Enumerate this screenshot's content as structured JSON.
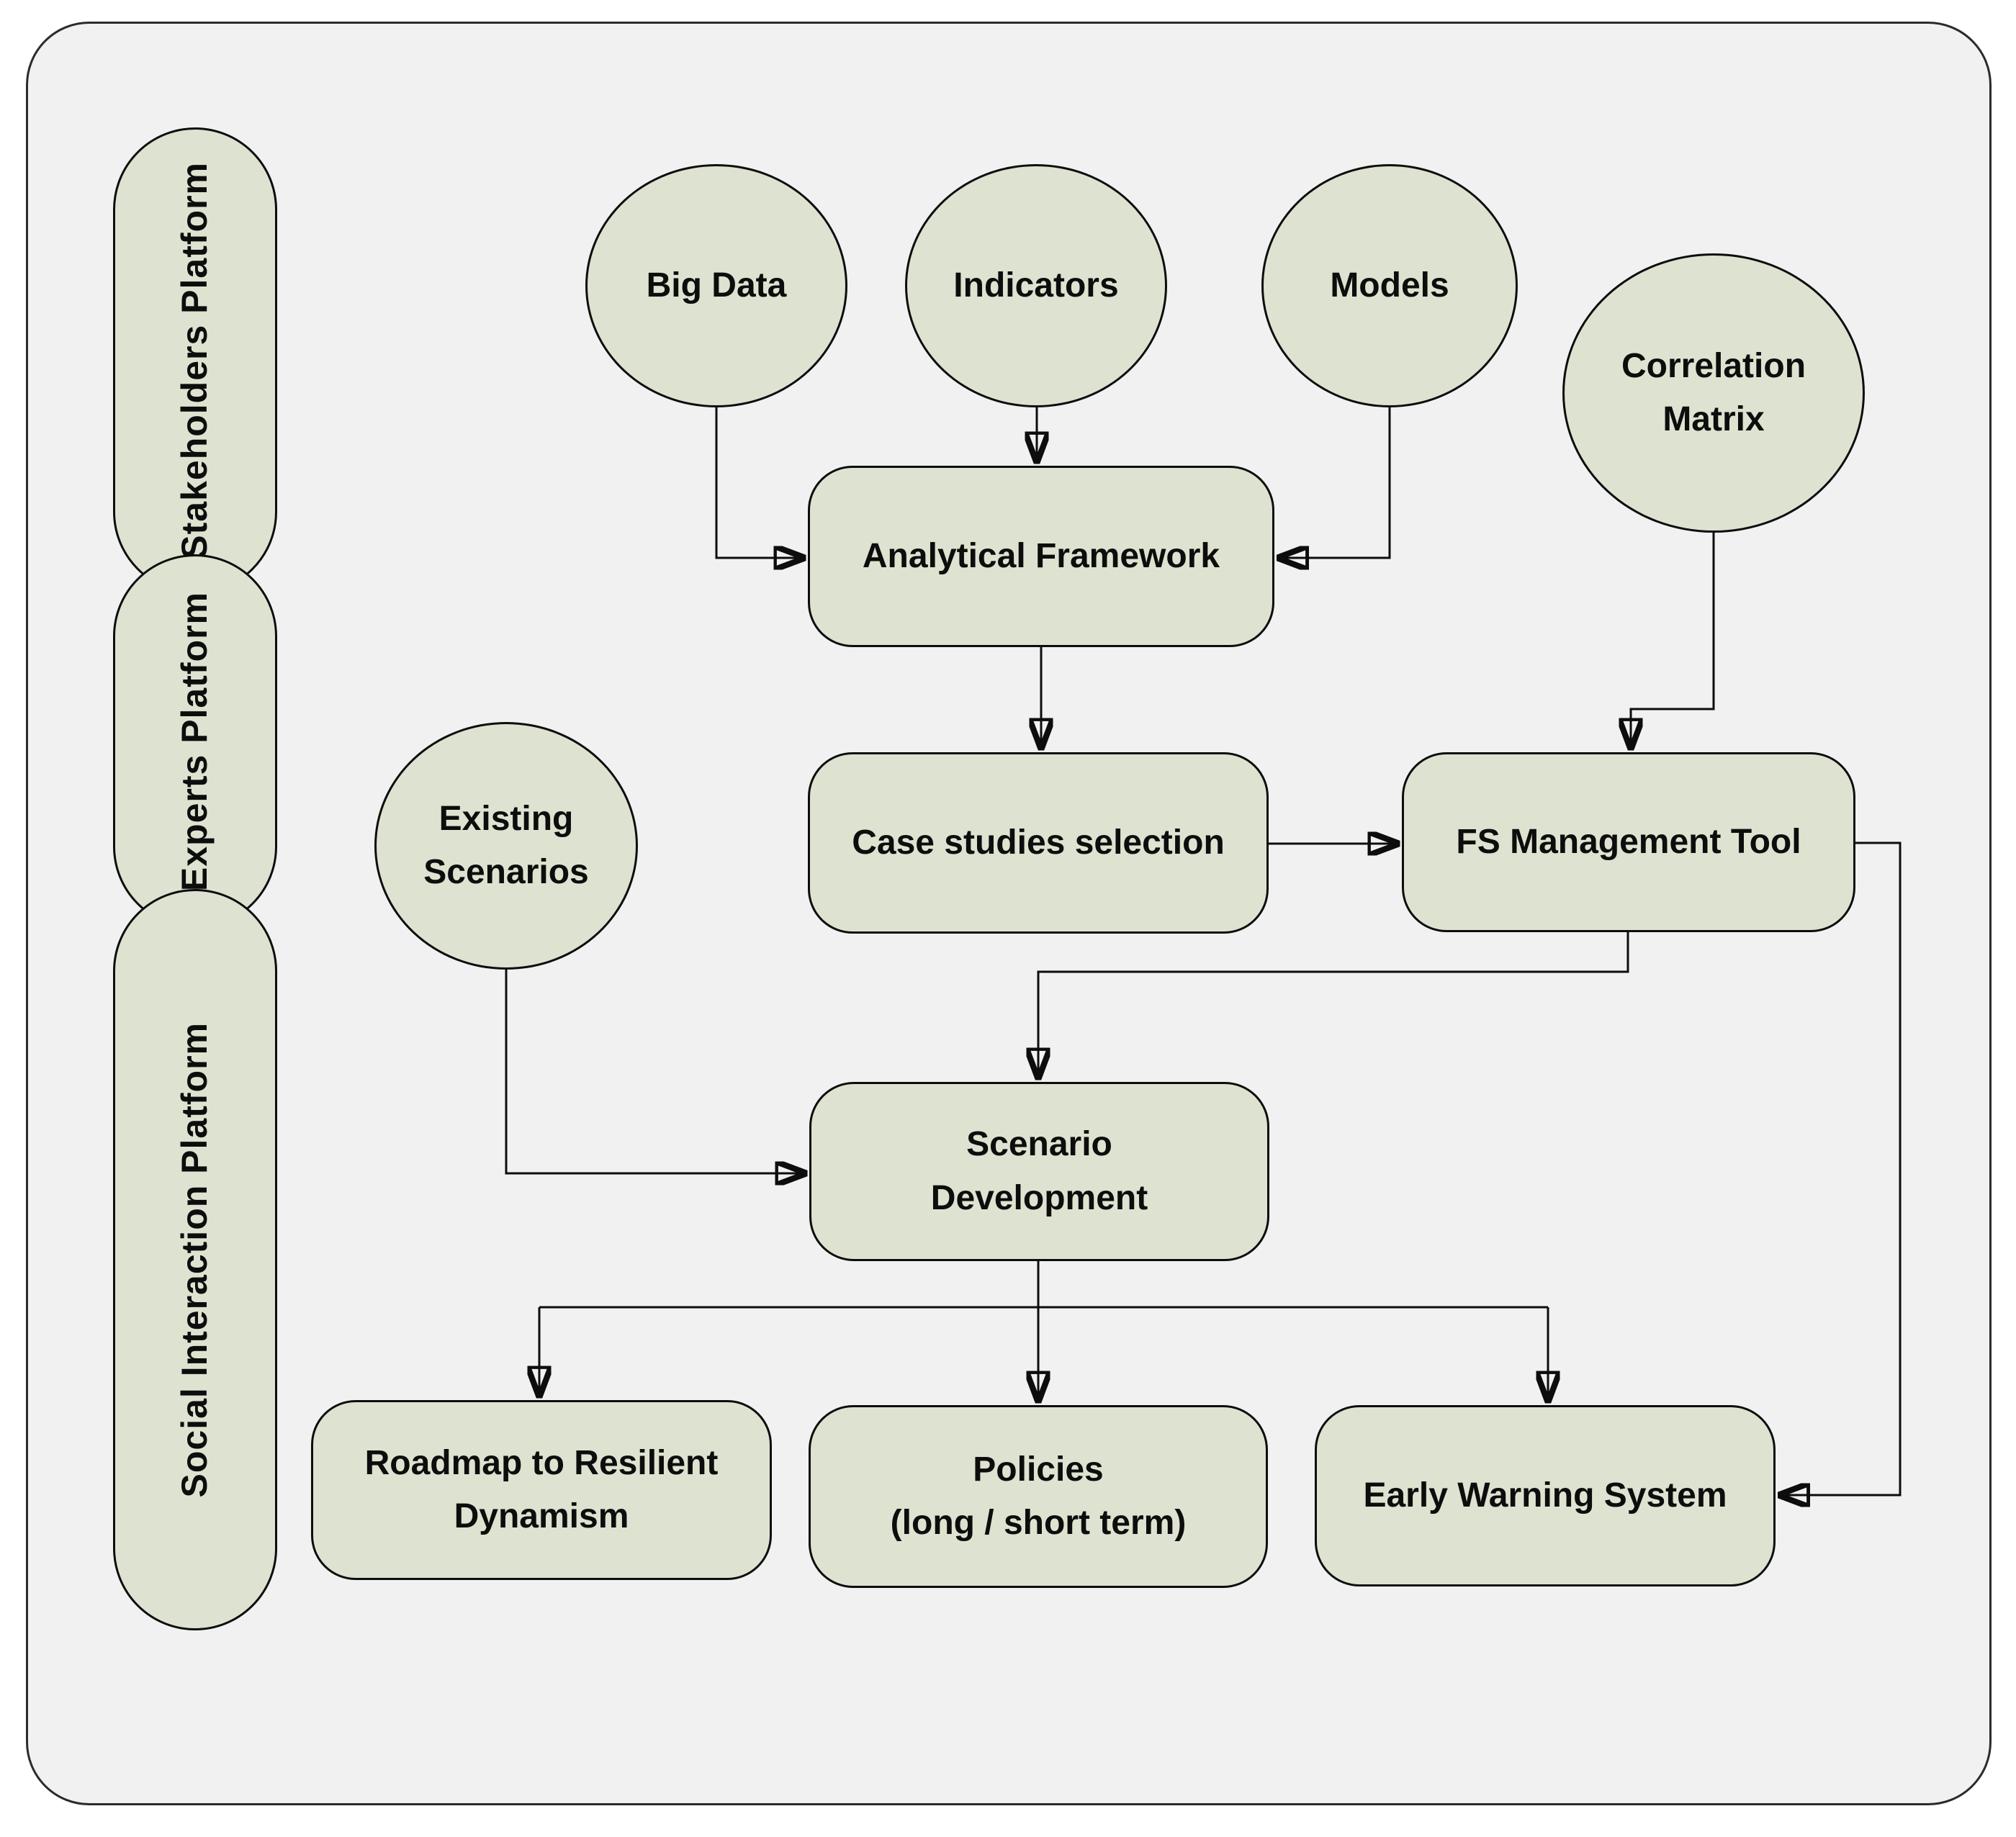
{
  "diagram": {
    "type": "flowchart",
    "colors": {
      "canvas_background": "#f1f1f2",
      "node_fill": "#dde3d0",
      "node_border": "#0d0d0d",
      "arrow": "#0d0d0d",
      "text": "#0d0d0d"
    },
    "platforms": {
      "stakeholders": {
        "label": "Stakeholders Platform"
      },
      "experts": {
        "label": "Experts Platform"
      },
      "social_interaction": {
        "label": "Social Interaction Platform"
      }
    },
    "nodes": {
      "big_data": {
        "label": "Big Data",
        "shape": "circle"
      },
      "indicators": {
        "label": "Indicators",
        "shape": "circle"
      },
      "models": {
        "label": "Models",
        "shape": "circle"
      },
      "correlation_matrix": {
        "label": "Correlation\nMatrix",
        "shape": "circle"
      },
      "existing_scenarios": {
        "label": "Existing\nScenarios",
        "shape": "circle"
      },
      "analytical_framework": {
        "label": "Analytical Framework",
        "shape": "rounded-rect"
      },
      "case_studies_selection": {
        "label": "Case studies selection",
        "shape": "rounded-rect"
      },
      "fs_management_tool": {
        "label": "FS Management Tool",
        "shape": "rounded-rect"
      },
      "scenario_development": {
        "label": "Scenario\nDevelopment",
        "shape": "rounded-rect"
      },
      "roadmap_resilient_dynamism": {
        "label": "Roadmap to Resilient\nDynamism",
        "shape": "rounded-rect"
      },
      "policies": {
        "label": "Policies\n(long / short term)",
        "shape": "rounded-rect"
      },
      "early_warning_system": {
        "label": "Early Warning System",
        "shape": "rounded-rect"
      }
    },
    "edges": [
      {
        "from": "big_data",
        "to": "analytical_framework"
      },
      {
        "from": "indicators",
        "to": "analytical_framework"
      },
      {
        "from": "models",
        "to": "analytical_framework"
      },
      {
        "from": "analytical_framework",
        "to": "case_studies_selection"
      },
      {
        "from": "correlation_matrix",
        "to": "fs_management_tool"
      },
      {
        "from": "case_studies_selection",
        "to": "fs_management_tool"
      },
      {
        "from": "fs_management_tool",
        "to": "scenario_development"
      },
      {
        "from": "existing_scenarios",
        "to": "scenario_development"
      },
      {
        "from": "scenario_development",
        "to": "roadmap_resilient_dynamism"
      },
      {
        "from": "scenario_development",
        "to": "policies"
      },
      {
        "from": "scenario_development",
        "to": "early_warning_system"
      },
      {
        "from": "fs_management_tool",
        "to": "early_warning_system"
      }
    ]
  }
}
